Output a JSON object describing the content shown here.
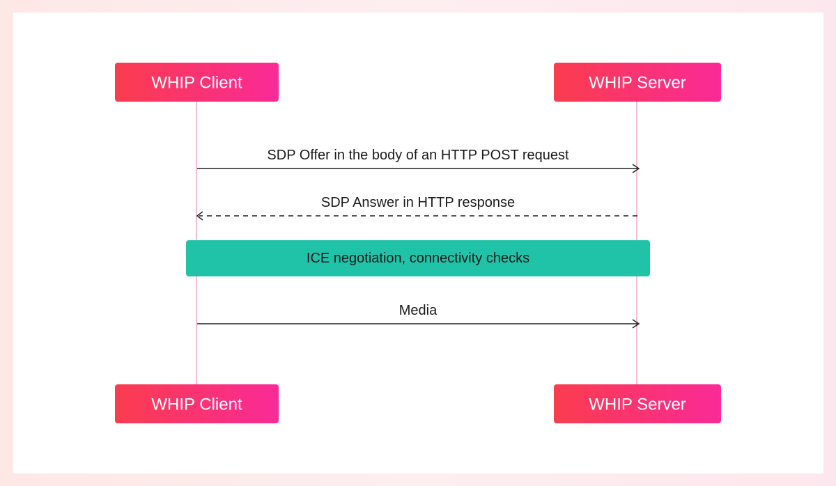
{
  "colors": {
    "actor_gradient_start": "#fb3c4e",
    "actor_gradient_end": "#fa2a97",
    "lifeline": "#f4a6c4",
    "note": "#20c3a8",
    "arrow": "#222222",
    "card_background": "#ffffff"
  },
  "participants": {
    "client": {
      "label": "WHIP Client"
    },
    "server": {
      "label": "WHIP Server"
    }
  },
  "messages": [
    {
      "from": "client",
      "to": "server",
      "label": "SDP Offer in the body of an HTTP POST request",
      "style": "solid"
    },
    {
      "from": "server",
      "to": "client",
      "label": "SDP Answer in HTTP response",
      "style": "dashed"
    },
    {
      "from": "client",
      "to": "server",
      "label": "Media",
      "style": "solid"
    }
  ],
  "note": {
    "label": "ICE negotiation, connectivity checks",
    "spans": [
      "client",
      "server"
    ]
  }
}
